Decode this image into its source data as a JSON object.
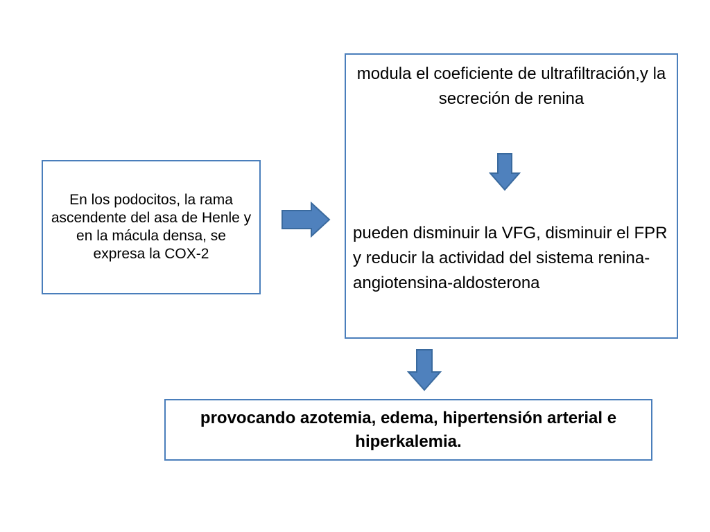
{
  "diagram": {
    "left_box": {
      "text": "En los podocitos, la rama ascendente del asa de Henle y en la mácula densa, se expresa la COX-2"
    },
    "right_box": {
      "top_text": "modula el coeficiente de ultrafiltración,y la secreción de renina",
      "bottom_text": "pueden disminuir la VFG, disminuir el FPR y reducir la actividad del sistema renina-angiotensina-aldosterona"
    },
    "bottom_box": {
      "text": "provocando azotemia, edema, hipertensión arterial e hiperkalemia."
    },
    "colors": {
      "arrow_fill": "#4f81bd",
      "arrow_stroke": "#3a6a9e",
      "box_border": "#4a7ebb"
    },
    "icons": {
      "right_arrow": "arrow-right-icon",
      "down_arrow": "arrow-down-icon"
    }
  }
}
